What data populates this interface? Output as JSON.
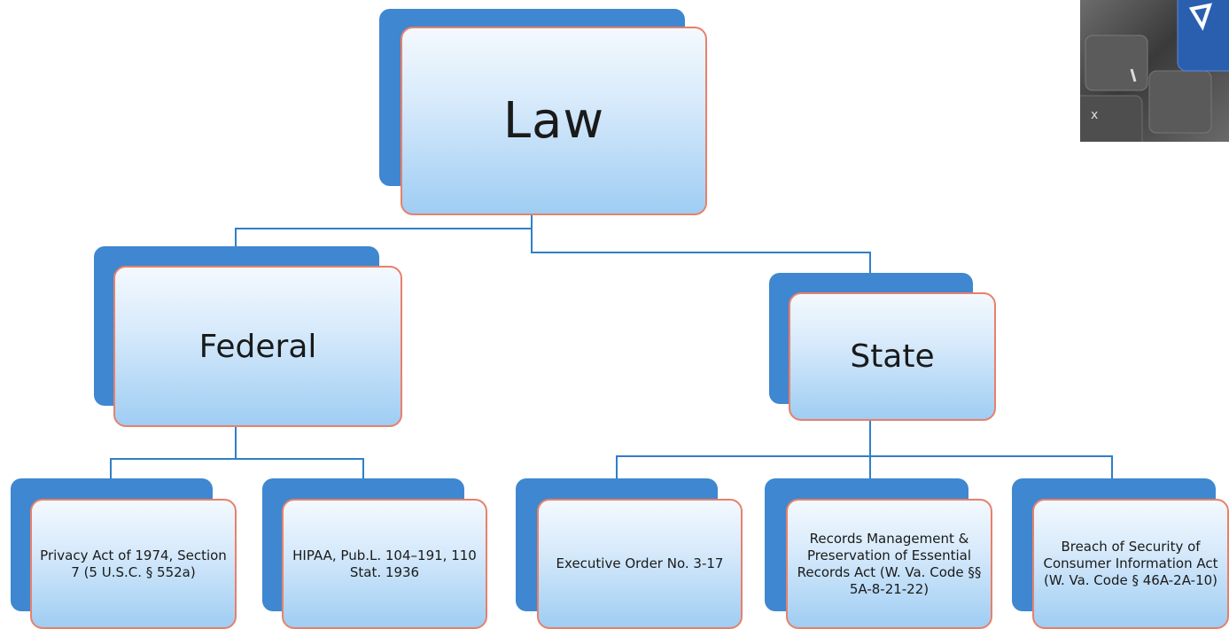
{
  "tree": {
    "root": "Law",
    "federal": "Federal",
    "state": "State",
    "federal_children": [
      "Privacy Act of 1974, Section 7 (5 U.S.C. § 552a)",
      "HIPAA, Pub.L. 104–191, 110 Stat. 1936"
    ],
    "state_children": [
      "Executive Order No. 3-17",
      "Records Management & Preservation of Essential Records Act (W. Va. Code §§ 5A-8-21-22)",
      "Breach of Security of Consumer Information Act (W. Va. Code § 46A-2A-10)"
    ]
  },
  "colors": {
    "box_back": "#3f87d0",
    "box_border": "#e8806a",
    "connector": "#2f7fc8"
  },
  "decor": {
    "photo": "keyboard-photo"
  }
}
